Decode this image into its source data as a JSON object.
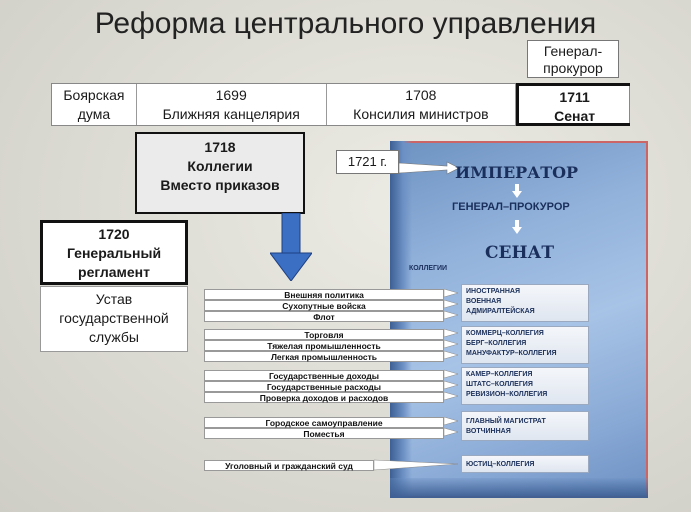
{
  "title": "Реформа центрального управления",
  "top_right_label": "Генерал-\nпрокурор",
  "timeline": [
    {
      "year": "Боярская",
      "name": "дума"
    },
    {
      "year": "1699",
      "name": "Ближняя канцелярия"
    },
    {
      "year": "1708",
      "name": "Консилия министров"
    },
    {
      "year": "1711",
      "name": "Сенат"
    }
  ],
  "box_1718": {
    "year": "1718",
    "line1": "Коллегии",
    "line2": "Вместо приказов"
  },
  "box_1720": {
    "year": "1720",
    "line1": "Генеральный",
    "line2": "регламент"
  },
  "ustav": {
    "line1": "Устав",
    "line2": "государственной",
    "line3": "службы"
  },
  "year_1721": "1721 г.",
  "hierarchy": {
    "emperor": "ИМПЕРАТОР",
    "general_prosecutor": "ГЕНЕРАЛ–ПРОКУРОР",
    "senate": "СЕНАТ",
    "collegia_label": "КОЛЛЕГИИ"
  },
  "collegia_groups": [
    {
      "colleges": [
        "ИНОСТРАННАЯ",
        "ВОЕННАЯ",
        "АДМИРАЛТЕЙСКАЯ"
      ],
      "functions": [
        "Внешняя политика",
        "Сухопутные войска",
        "Флот"
      ]
    },
    {
      "colleges": [
        "КОММЕРЦ–КОЛЛЕГИЯ",
        "БЕРГ–КОЛЛЕГИЯ",
        "МАНУФАКТУР–КОЛЛЕГИЯ"
      ],
      "functions": [
        "Торговля",
        "Тяжелая промышленность",
        "Легкая промышленность"
      ]
    },
    {
      "colleges": [
        "КАМЕР–КОЛЛЕГИЯ",
        "ШТАТС–КОЛЛЕГИЯ",
        "РЕВИЗИОН–КОЛЛЕГИЯ"
      ],
      "functions": [
        "Государственные доходы",
        "Государственные расходы",
        "Проверка доходов и расходов"
      ]
    },
    {
      "colleges": [
        "ГЛАВНЫЙ МАГИСТРАТ",
        "ВОТЧИННАЯ"
      ],
      "functions": [
        "Городское самоуправление",
        "Поместья"
      ]
    },
    {
      "colleges": [
        "ЮСТИЦ–КОЛЛЕГИЯ"
      ],
      "functions": [
        "Уголовный и гражданский суд"
      ]
    }
  ],
  "colors": {
    "panel_blue": "#8aaad6",
    "text_navy": "#1b2f5c",
    "arrow_blue": "#3a6fc4",
    "panel_border": "#c66"
  }
}
